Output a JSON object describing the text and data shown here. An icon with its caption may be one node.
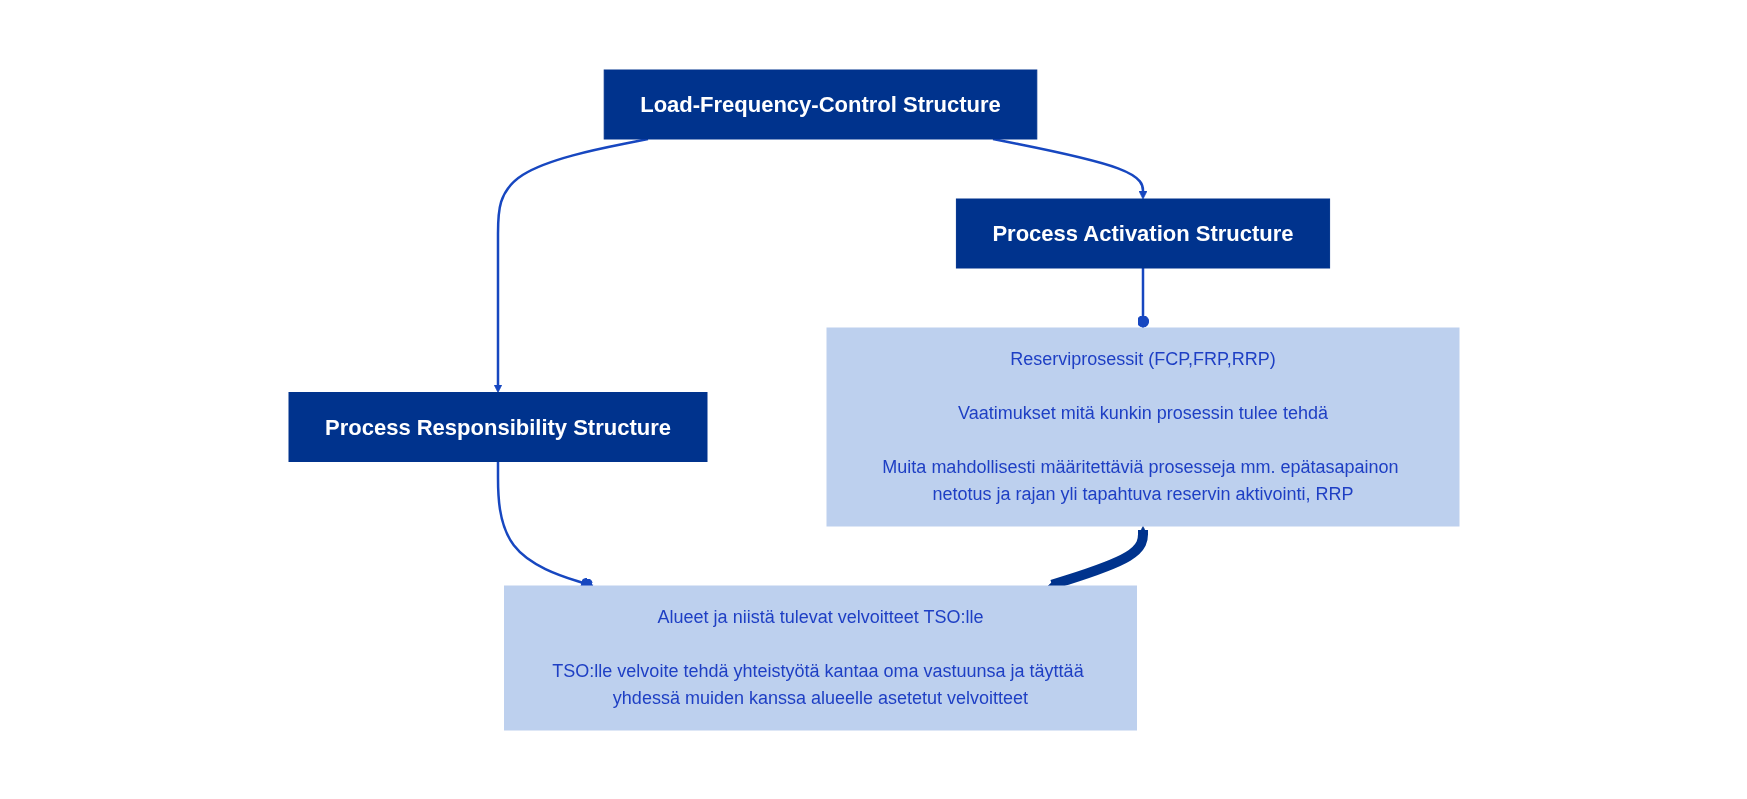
{
  "diagram": {
    "nodes": [
      {
        "text": [
          "Load-Frequency-Control Structure"
        ]
      },
      {
        "text": [
          "Process Activation Structure"
        ]
      },
      {
        "text": [
          "Process Responsibility Structure"
        ]
      },
      {
        "text": [
          "Reserviprosessit (FCP,FRP,RRP)",
          "Vaatimukset mitä kunkin prosessin tulee tehdä",
          "Muita mahdollisesti määritettäviä prosesseja mm. epätasapainon netotus ja rajan yli tapahtuva reservin aktivointi, RRP"
        ]
      },
      {
        "text": [
          "Alueet ja niistä tulevat velvoitteet TSO:lle",
          "TSO:lle velvoite tehdä yhteistyötä kantaa oma vastuunsa ja täyttää yhdessä muiden kanssa alueelle asetetut velvoitteet"
        ]
      }
    ],
    "edges": [
      {
        "from": 0,
        "to": 1,
        "arrow": "to"
      },
      {
        "from": 0,
        "to": 2,
        "arrow": "to"
      },
      {
        "from": 1,
        "to": 3,
        "arrow": "other"
      },
      {
        "from": 2,
        "to": 4,
        "arrow": "other"
      },
      {
        "from": 3,
        "to": 4,
        "arrow": "both",
        "style": "thick",
        "color": "#00338d"
      }
    ]
  }
}
